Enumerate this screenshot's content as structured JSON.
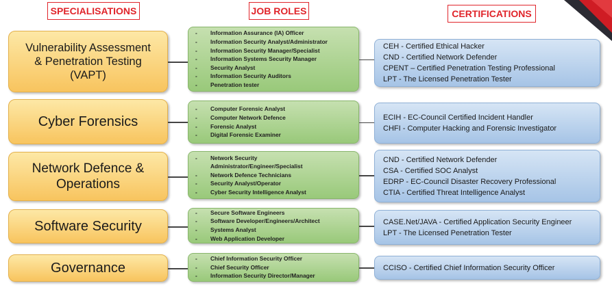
{
  "headers": {
    "specialisations": "SPECIALISATIONS",
    "job_roles": "JOB ROLES",
    "certifications": "CERTIFICATIONS"
  },
  "rows": [
    {
      "specialisation": [
        "Vulnerability Assessment",
        "& Penetration Testing",
        "(VAPT)"
      ],
      "roles": [
        "Information Assurance (IA) Officer",
        "Information Security Analyst/Administrator",
        "Information Security Manager/Specialist",
        "Information Systems Security Manager",
        "Security Analyst",
        "Information Security Auditors",
        "Penetration tester"
      ],
      "certifications": [
        "CEH - Certified Ethical Hacker",
        "CND - Certified Network Defender",
        "CPENT – Certified Penetration Testing Professional",
        "LPT - The Licensed Penetration Tester"
      ]
    },
    {
      "specialisation": [
        "Cyber Forensics"
      ],
      "roles": [
        "Computer Forensic Analyst",
        "Computer Network Defence",
        "Forensic Analyst",
        "Digital Forensic Examiner"
      ],
      "certifications": [
        "ECIH - EC-Council Certified Incident Handler",
        "CHFI - Computer Hacking and Forensic Investigator"
      ]
    },
    {
      "specialisation": [
        "Network Defence &",
        "Operations"
      ],
      "roles": [
        "Network Security",
        "Administrator/Engineer/Specialist",
        "Network Defence Technicians",
        "Security Analyst/Operator",
        "Cyber Security Intelligence Analyst"
      ],
      "certifications": [
        "CND - Certified Network Defender",
        "CSA - Certified SOC Analyst",
        "EDRP - EC-Council Disaster Recovery Professional",
        "CTIA - Certified Threat Intelligence Analyst"
      ]
    },
    {
      "specialisation": [
        "Software Security"
      ],
      "roles": [
        "Secure Software Engineers",
        "Software Developer/Engineers/Architect",
        "Systems Analyst",
        "Web Application Developer"
      ],
      "certifications": [
        "CASE.Net/JAVA - Certified Application Security Engineer",
        "LPT - The Licensed Penetration Tester"
      ]
    },
    {
      "specialisation": [
        "Governance"
      ],
      "roles": [
        "Chief Information Security Officer",
        "Chief Security Officer",
        "Information Security Director/Manager"
      ],
      "certifications": [
        "CCISO - Certified Chief Information Security Officer"
      ]
    }
  ],
  "colors": {
    "header_red": "#e0242a",
    "spec_fill": "#f8c45e",
    "roles_fill": "#99c97a",
    "certs_fill": "#a6c4e6"
  }
}
